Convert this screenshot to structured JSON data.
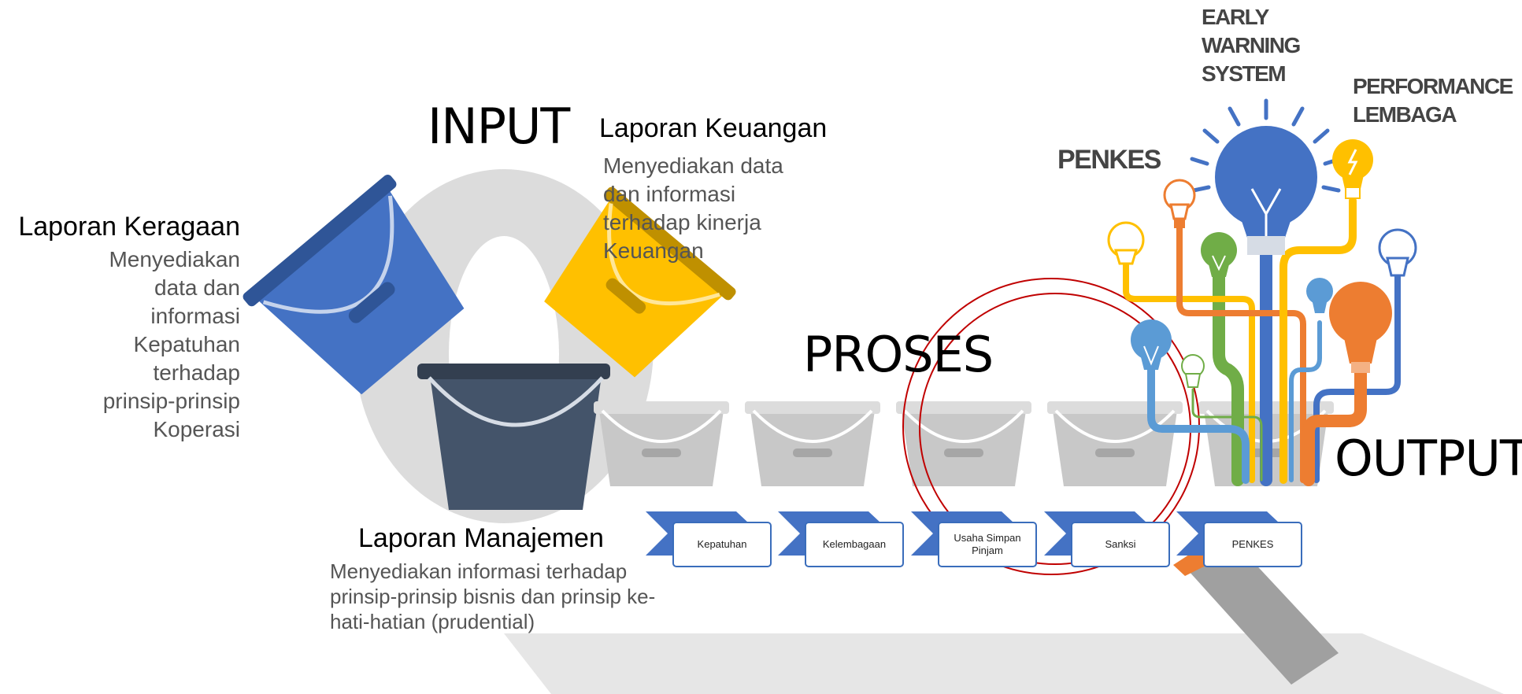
{
  "sections": {
    "input": "INPUT",
    "proses": "PROSES",
    "output": "OUTPUT"
  },
  "inputs": [
    {
      "title": "Laporan Keragaan",
      "description": "Menyediakan data dan informasi Kepatuhan terhadap prinsip-prinsip Koperasi"
    },
    {
      "title": "Laporan Keuangan",
      "description": "Menyediakan data dan informasi terhadap kinerja Keuangan"
    },
    {
      "title": "Laporan Manajemen",
      "description": "Menyediakan informasi terhadap prinsip-prinsip bisnis dan prinsip ke-hati-hatian (prudential)"
    }
  ],
  "process_steps": [
    "Kepatuhan",
    "Kelembagaan",
    "Usaha Simpan Pinjam",
    "Sanksi",
    "PENKES"
  ],
  "outputs": [
    "EARLY WARNING SYSTEM",
    "PERFORMANCE LEMBAGA",
    "PENKES"
  ],
  "colors": {
    "blue": "#4472c4",
    "yellow": "#ffc000",
    "navy": "#44546a",
    "gray": "#c8c8c8",
    "green": "#70ad47",
    "orange": "#ed7d31",
    "light_blue": "#5b9bd5",
    "red_circle": "#c00000"
  }
}
